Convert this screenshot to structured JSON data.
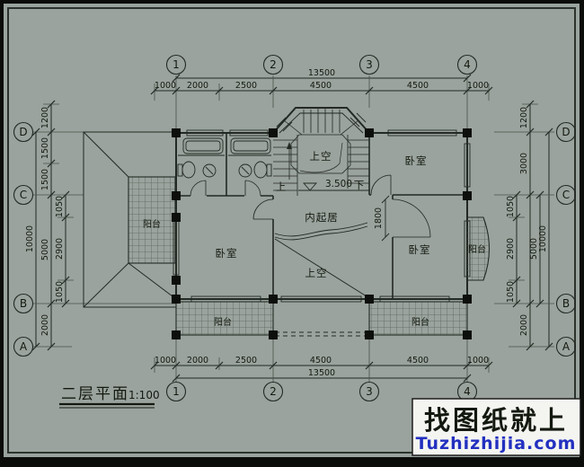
{
  "drawing": {
    "title": "二层平面",
    "scale": "1:100",
    "axes_h": [
      "1",
      "2",
      "3",
      "4"
    ],
    "axes_v": [
      "D",
      "C",
      "B",
      "A"
    ],
    "dims": {
      "top_total": "13500",
      "bottom_total": "13500",
      "top_segments": [
        "1000",
        "2000",
        "2500",
        "4500",
        "4500",
        "1000"
      ],
      "bottom_segments": [
        "1000",
        "2000",
        "2500",
        "4500",
        "4500",
        "1000"
      ],
      "left_outer": "10000",
      "left_chain": [
        "1200",
        "1500",
        "1500",
        "5000",
        "2000"
      ],
      "left_sub": [
        "1050",
        "2900",
        "1050"
      ],
      "right_outer": "10000",
      "right_chain": [
        "1200",
        "3000",
        "2000"
      ],
      "right_cb": "5000",
      "right_sub": [
        "1050",
        "2900",
        "1050"
      ],
      "opening_1800": "1800"
    },
    "levels": {
      "stair_level": "3.500"
    },
    "stair": {
      "up": "上",
      "down": "下"
    },
    "rooms": {
      "bedroom_left": "卧室",
      "bedroom_top_right": "卧室",
      "bedroom_bottom_right": "卧室",
      "living": "内起居",
      "stair_void": "上空",
      "living_void": "上空",
      "balcony_left": "阳台",
      "balcony_bottom_left": "阳台",
      "balcony_bottom_right": "阳台",
      "balcony_right": "阳台"
    }
  },
  "watermark": {
    "line1": "找图纸就上",
    "line2": "Tuzhizhijia.com"
  },
  "colors": {
    "paper": "#9aa39e",
    "line": "#232923",
    "thin": "#49514a",
    "hatch": "#5a625a",
    "ink": "#14190f",
    "watermark_bg": "#f4f5f1",
    "accent_blue": "#2230c0",
    "border": "#0b0d0b"
  }
}
